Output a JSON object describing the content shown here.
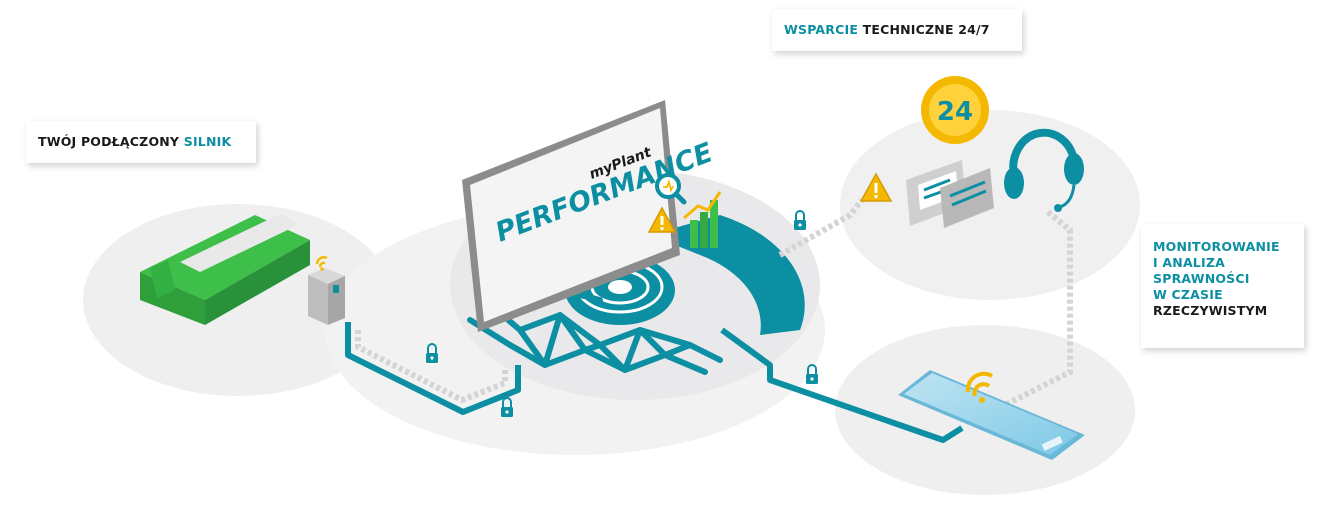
{
  "callouts": {
    "engine": {
      "part1": "TWÓJ PODŁĄCZONY",
      "part2": "SILNIK"
    },
    "support": {
      "part1": "WSPARCIE",
      "part2": "TECHNICZNE 24/7"
    },
    "monitoring": {
      "lines_accent": [
        "MONITOROWANIE",
        "I ANALIZA",
        "SPRAWNOŚCI",
        "W CZASIE"
      ],
      "line_dark": "RZECZYWISTYM"
    }
  },
  "screen": {
    "brand": "myPlant",
    "title": "PERFORMANCE"
  },
  "support_badge": "24",
  "colors": {
    "accent": "#0d8fa3",
    "engine_green": "#3dbf4a",
    "warning_yellow": "#f5b800",
    "platform_grey": "#eeeeef"
  },
  "icons": [
    "engine-icon",
    "wifi-icon",
    "lock-icon",
    "warning-icon",
    "headset-icon",
    "chat-icon",
    "clock-24-icon",
    "magnifier-icon",
    "bar-chart-icon",
    "tablet-icon"
  ]
}
